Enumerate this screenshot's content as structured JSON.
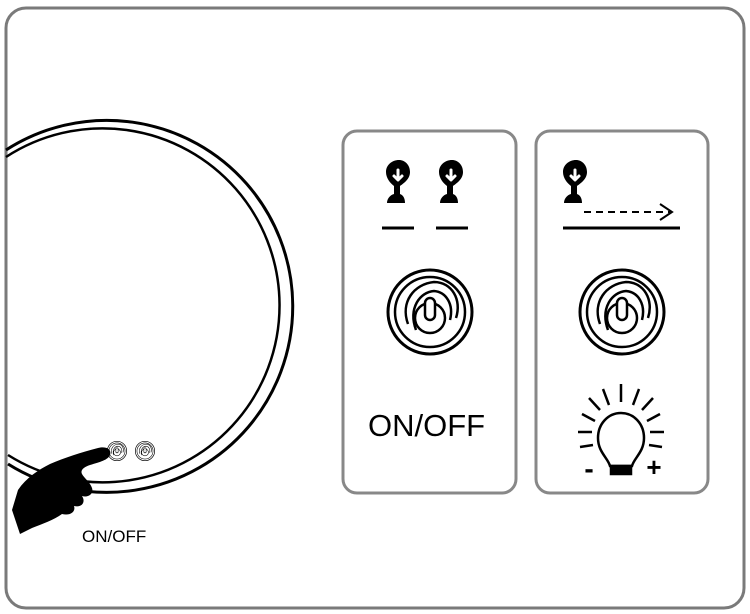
{
  "mirror": {
    "onoff_label": "ON/OFF"
  },
  "panels": {
    "onoff": {
      "gesture": "double-tap",
      "label": "ON/OFF"
    },
    "dimming": {
      "gesture": "press-and-slide",
      "minus_symbol": "-",
      "plus_symbol": "+"
    }
  },
  "icons": [
    "hand-pointer-icon",
    "power-button-icon",
    "light-bulb-icon",
    "arrow-right-icon"
  ],
  "colors": {
    "stroke": "#000000",
    "frame": "#7a7a7a",
    "panel_border": "#888888"
  }
}
